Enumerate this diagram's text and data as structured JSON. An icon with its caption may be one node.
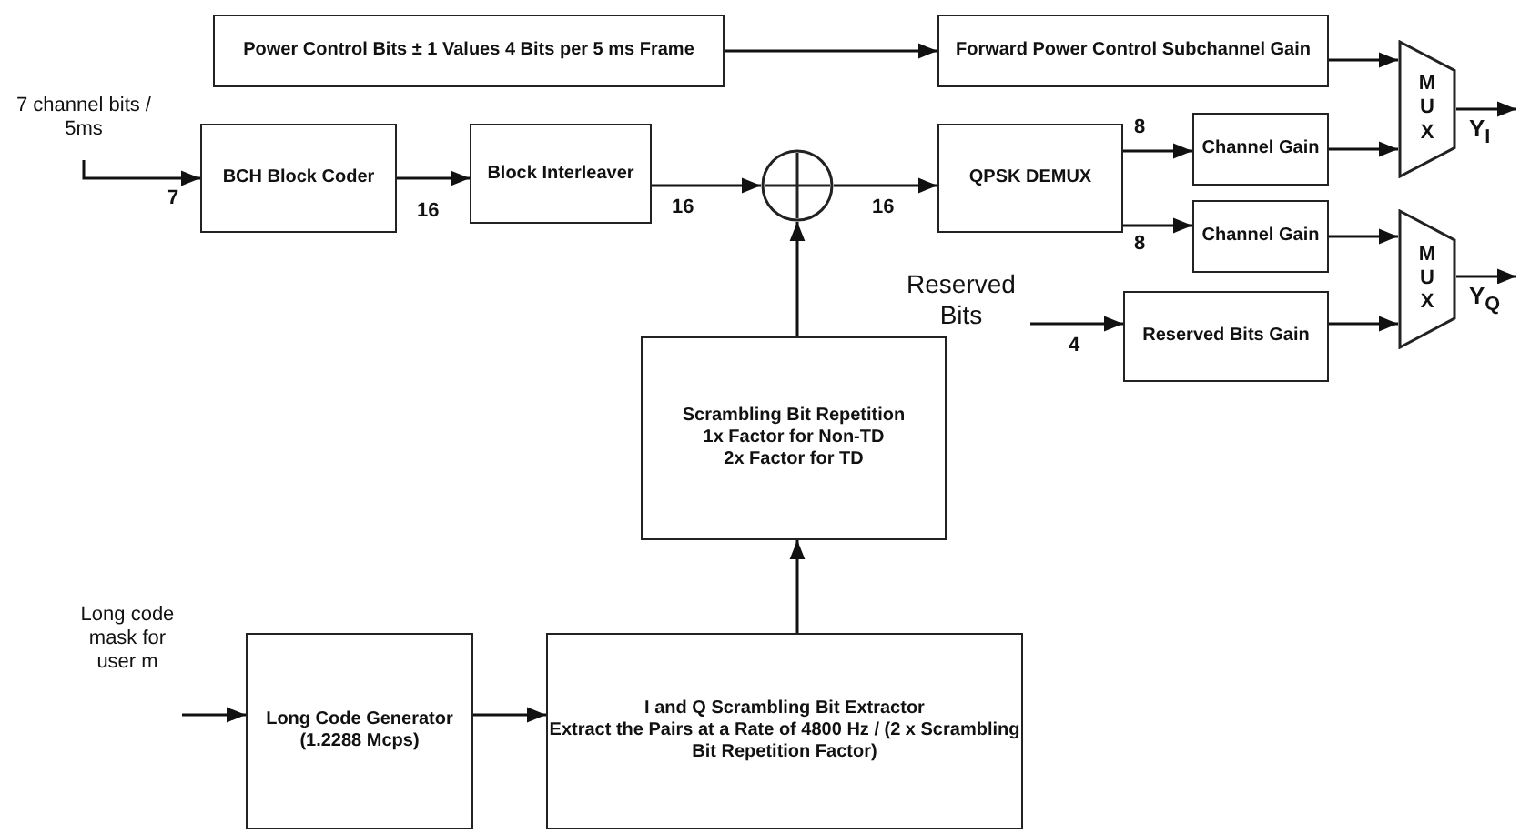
{
  "diagram": {
    "nodes": [
      {
        "text": [
          "Power Control Bits ± 1 Values 4 Bits per 5 ms Frame"
        ]
      },
      {
        "text": [
          "Forward Power Control Subchannel Gain"
        ]
      },
      {
        "text": [
          "M U X"
        ]
      },
      {
        "text": [
          "7 channel bits / 5ms"
        ]
      },
      {
        "text": [
          "BCH Block Coder"
        ]
      },
      {
        "text": [
          "Block Interleaver"
        ]
      },
      {
        "text": [],
        "shape": "circle"
      },
      {
        "text": [
          "QPSK DEMUX"
        ]
      },
      {
        "text": [
          "Channel Gain"
        ]
      },
      {
        "text": [
          "Channel Gain"
        ]
      },
      {
        "text": [
          "M U X"
        ]
      },
      {
        "text": [
          "Reserved Bits"
        ]
      },
      {
        "text": [
          "Reserved Bits Gain"
        ]
      },
      {
        "text": [
          "Scrambling Bit Repetition",
          "1x Factor for Non-TD",
          "2x Factor for TD"
        ]
      },
      {
        "text": [
          "Long code mask for user m"
        ]
      },
      {
        "text": [
          "Long Code Generator (1.2288 Mcps)"
        ]
      },
      {
        "text": [
          "I and Q Scrambling Bit Extractor",
          "Extract the Pairs at a Rate of 4800 Hz / (2 x Scrambling Bit Repetition Factor)"
        ]
      }
    ],
    "edges": [
      {
        "from": 0,
        "to": 1,
        "arrow": "to"
      },
      {
        "from": 1,
        "to": 2,
        "arrow": "to"
      },
      {
        "from": 2,
        "to": null,
        "arrow": "to",
        "label": "Y$_{I}$"
      },
      {
        "from": 3,
        "to": 4,
        "arrow": "to",
        "label": "7"
      },
      {
        "from": 4,
        "to": 5,
        "arrow": "to",
        "label": "16"
      },
      {
        "from": 5,
        "to": 6,
        "arrow": "to",
        "label": "16"
      },
      {
        "from": 6,
        "to": 7,
        "arrow": "to",
        "label": "16"
      },
      {
        "from": 7,
        "to": 8,
        "arrow": "to",
        "label": "8"
      },
      {
        "from": 7,
        "to": 9,
        "arrow": "to",
        "label": "8"
      },
      {
        "from": 8,
        "to": 2,
        "arrow": "to"
      },
      {
        "from": 9,
        "to": 10,
        "arrow": "to"
      },
      {
        "from": 12,
        "to": 10,
        "arrow": "to"
      },
      {
        "from": 10,
        "to": null,
        "arrow": "to",
        "label": "Y$_{Q}$"
      },
      {
        "from": 11,
        "to": 12,
        "arrow": "to",
        "label": "4"
      },
      {
        "from": 13,
        "to": 6,
        "arrow": "to"
      },
      {
        "from": 14,
        "to": 15,
        "arrow": "to"
      },
      {
        "from": 15,
        "to": 16,
        "arrow": "to"
      },
      {
        "from": 16,
        "to": 13,
        "arrow": "to"
      }
    ]
  }
}
